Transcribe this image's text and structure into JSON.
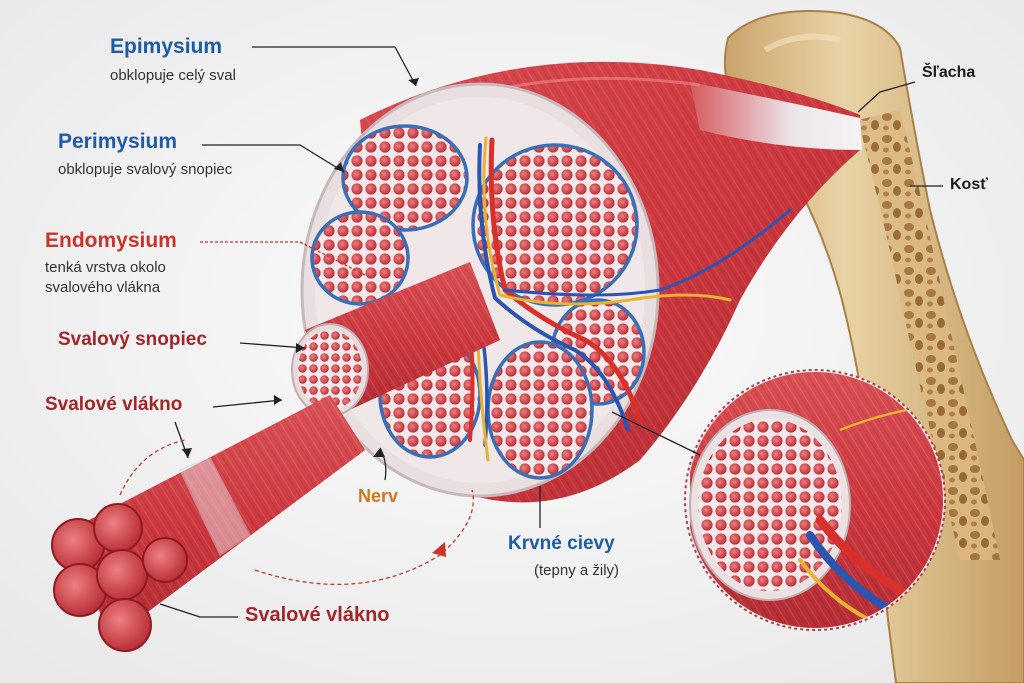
{
  "labels": {
    "epimysium": {
      "title": "Epimysium",
      "desc": "obklopuje celý sval"
    },
    "perimysium": {
      "title": "Perimysium",
      "desc": "obklopuje svalový snopiec"
    },
    "endomysium": {
      "title": "Endomysium",
      "desc_line1": "tenká vrstva okolo",
      "desc_line2": "svalového vlákna"
    },
    "fascicle": {
      "title": "Svalový snopiec"
    },
    "fiber_top": {
      "title": "Svalové vlákno"
    },
    "nerve": {
      "title": "Nerv"
    },
    "vessels": {
      "title": "Krvné cievy",
      "desc": "(tepny a žily)"
    },
    "fiber_bottom": {
      "title": "Svalové vlákno"
    },
    "tendon": {
      "title": "Šľacha"
    },
    "bone": {
      "title": "Kosť"
    }
  },
  "colors": {
    "muscle": "#c8323a",
    "muscle_dark": "#9a1f28",
    "muscle_light": "#e3676b",
    "sheath": "#eadfe0",
    "perimysium": "#3b6fb5",
    "bone": "#e3c89a",
    "bone_dark": "#b8915c",
    "nerve": "#e8b232",
    "artery": "#d8302a",
    "vein": "#2a55b0",
    "label_blue": "#1f5ba8",
    "label_red": "#c9352a",
    "label_dark_red": "#a3252a",
    "label_orange": "#c87a1d"
  }
}
